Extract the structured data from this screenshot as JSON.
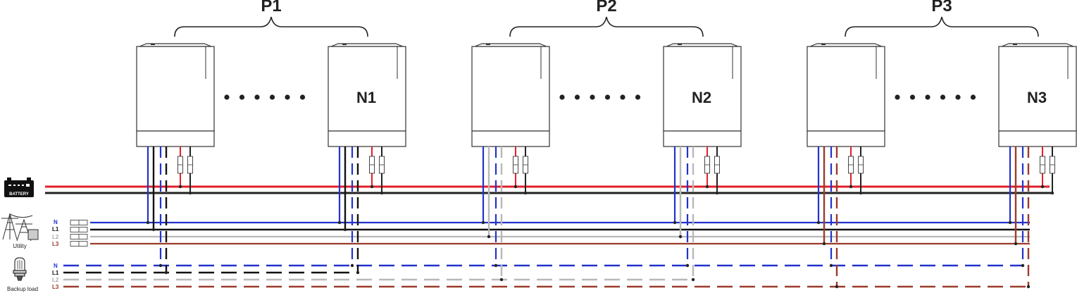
{
  "groups": [
    {
      "label": "P1",
      "unit_label": "N1"
    },
    {
      "label": "P2",
      "unit_label": "N2"
    },
    {
      "label": "P3",
      "unit_label": "N3"
    }
  ],
  "battery": {
    "label": "BATTERY"
  },
  "utility": {
    "label": "Utility",
    "lines": [
      "N",
      "L1",
      "L2",
      "L3"
    ]
  },
  "backup": {
    "label": "Backup load",
    "lines": [
      "N",
      "L1",
      "L2",
      "L3"
    ]
  },
  "colors": {
    "battery_pos": "#e0202a",
    "battery_neg": "#222222",
    "neutral": "#2233cc",
    "l1": "#111111",
    "l2": "#b8b8b8",
    "l3": "#9b3b2b"
  }
}
